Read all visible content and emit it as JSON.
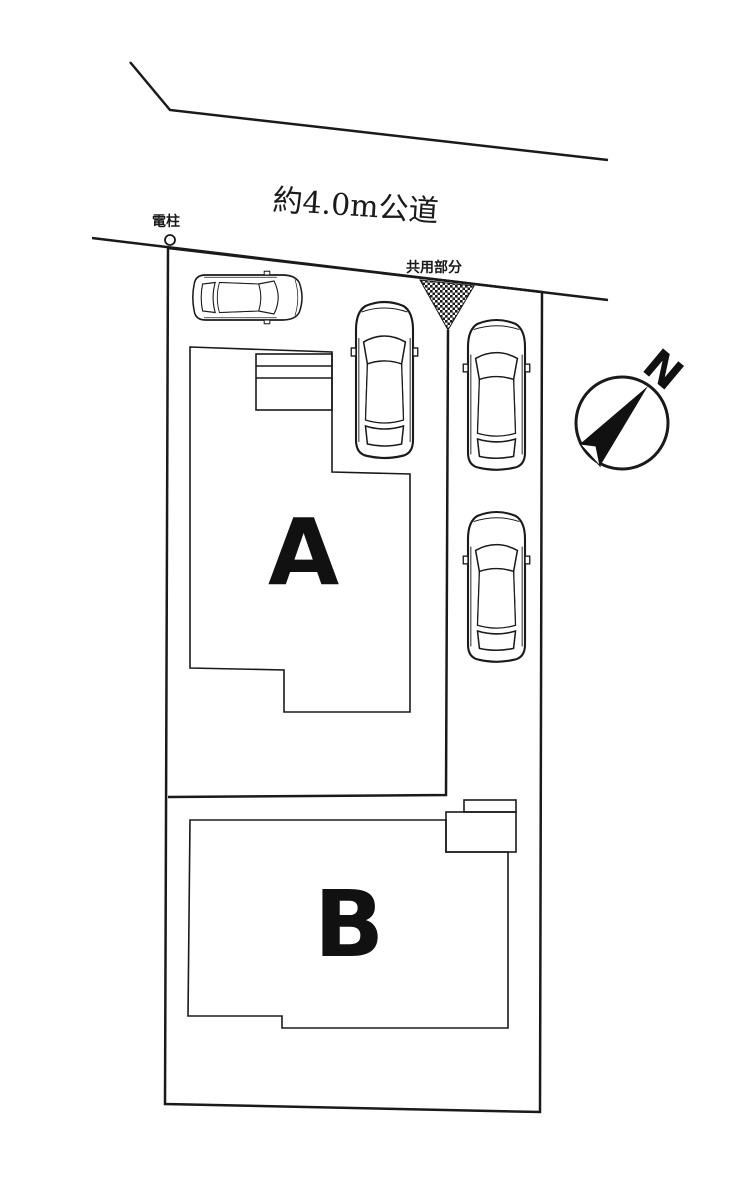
{
  "road": {
    "label": "約4.0m公道"
  },
  "utility_pole": {
    "label": "電柱"
  },
  "shared_area": {
    "label": "共用部分"
  },
  "lots": [
    {
      "label": "A"
    },
    {
      "label": "B"
    }
  ],
  "compass": {
    "label": "N"
  },
  "parking_spaces": 4
}
